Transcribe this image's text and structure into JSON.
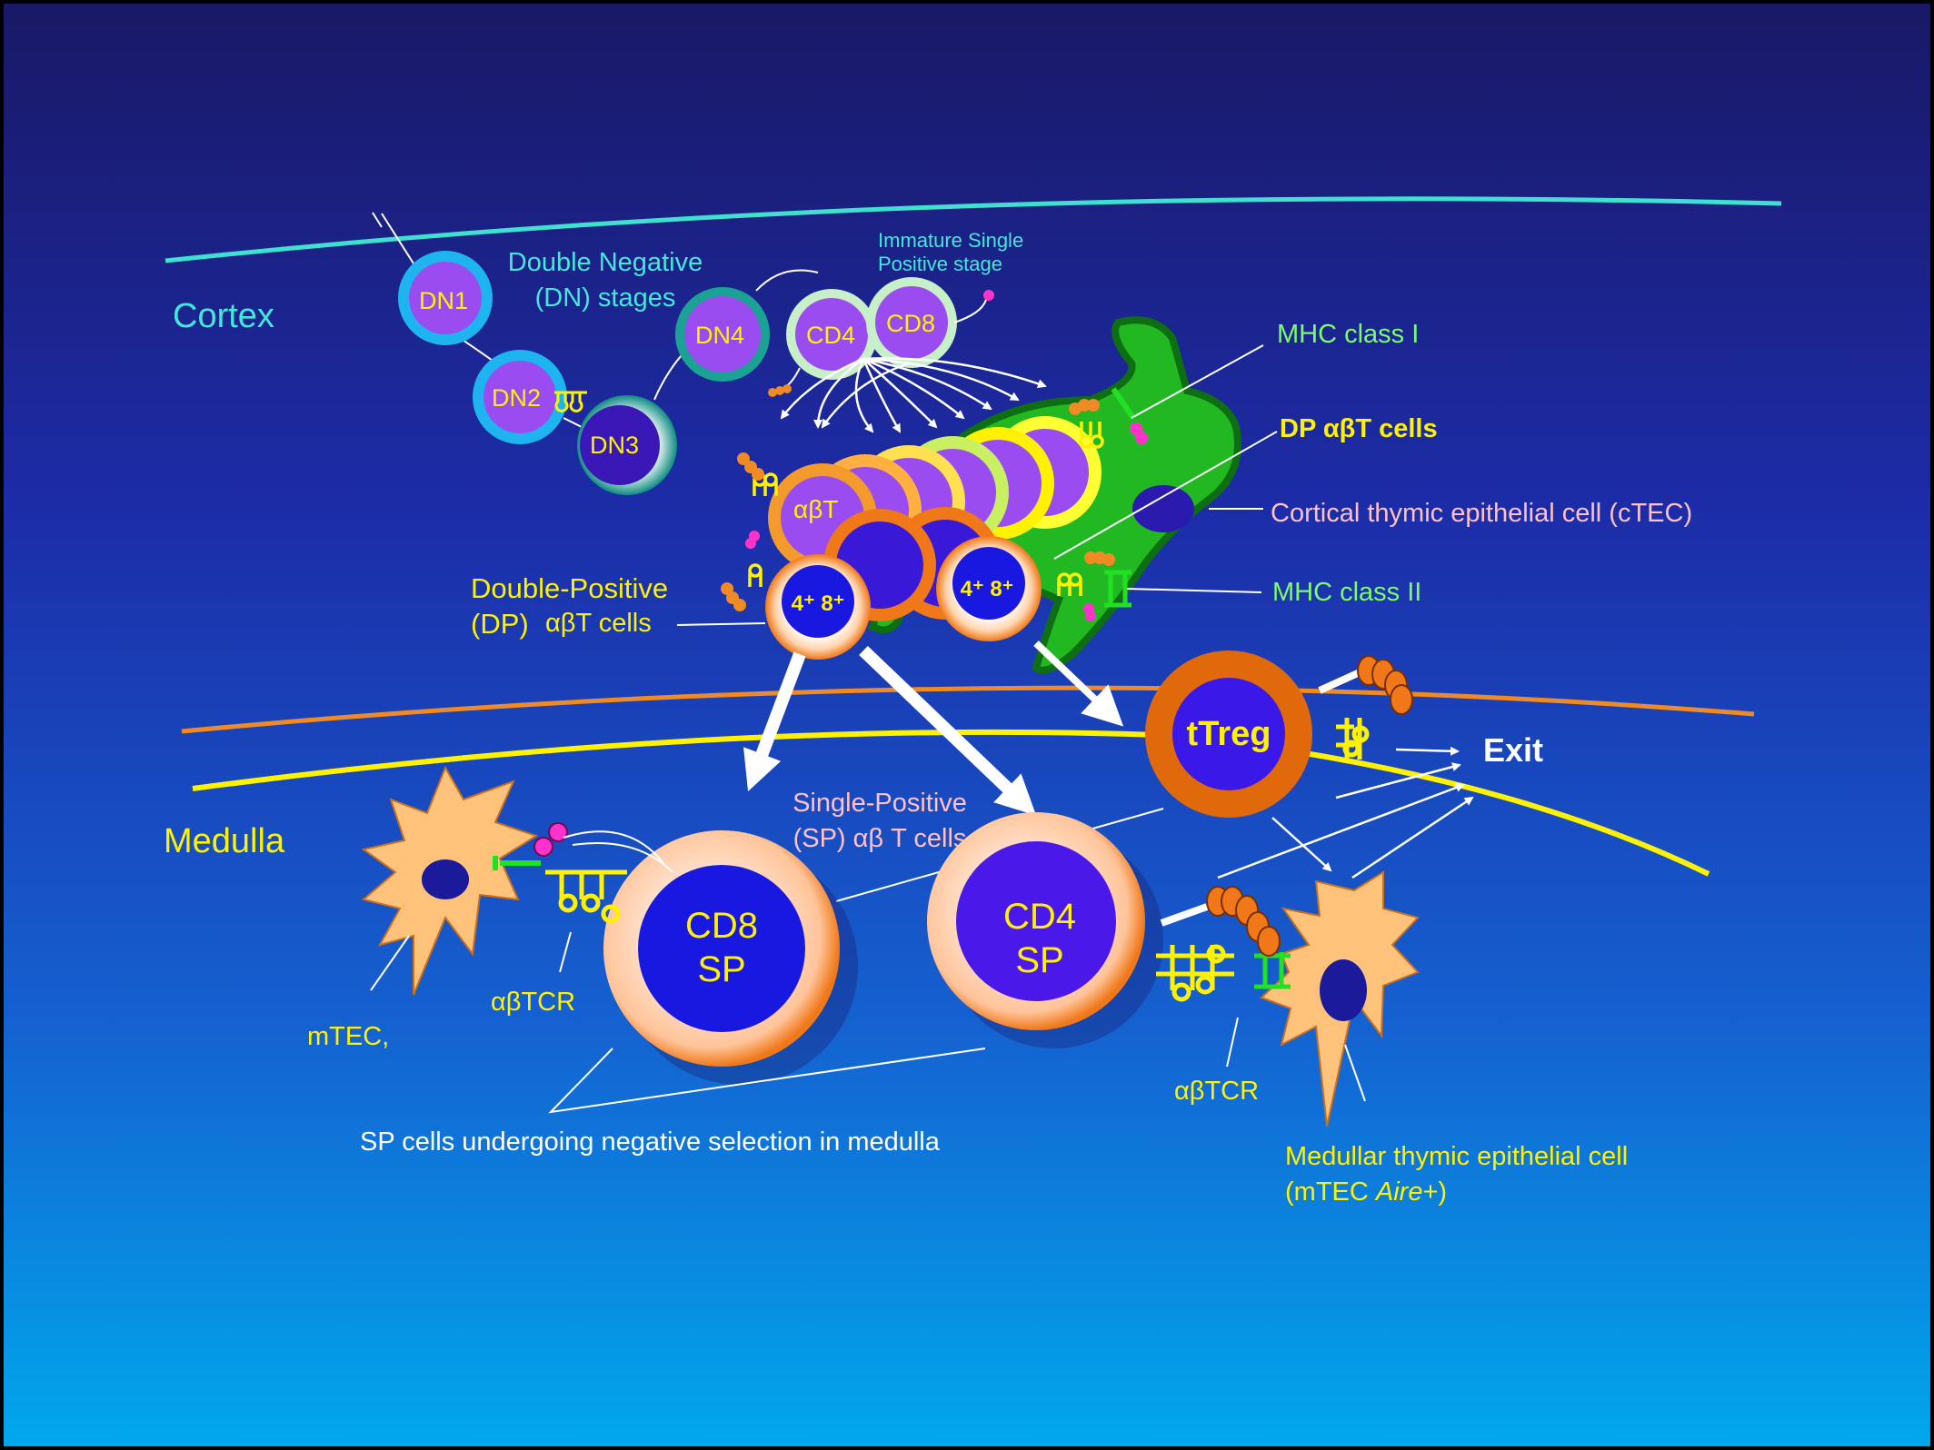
{
  "regions": {
    "cortex": "Cortex",
    "medulla": "Medulla"
  },
  "dn_stages": {
    "title_line1": "Double Negative",
    "title_line2": "(DN) stages",
    "dn1": "DN1",
    "dn2": "DN2",
    "dn3": "DN3",
    "dn4": "DN4"
  },
  "isp": {
    "title_line1": "Immature Single",
    "title_line2": "Positive stage",
    "cd4": "CD4",
    "cd8": "CD8"
  },
  "dp_cluster": {
    "abt": "αβT",
    "cell_label": "4⁺ 8⁺"
  },
  "labels": {
    "mhc1": "MHC class I",
    "dp_abt": "DP αβT cells",
    "ctec": "Cortical thymic epithelial cell (cTEC)",
    "mhc2": "MHC class II",
    "dp_line1": "Double-Positive",
    "dp_line2_a": "(DP)",
    "dp_line2_b": "αβT cells",
    "sp_line1": "Single-Positive",
    "sp_line2": "(SP) αβ T cells",
    "exit": "Exit",
    "ttreg": "tTreg",
    "cd8sp_l1": "CD8",
    "cd8sp_l2": "SP",
    "cd4sp_l1": "CD4",
    "cd4sp_l2": "SP",
    "abtcr_left": "αβTCR",
    "abtcr_right": "αβTCR",
    "mtec_left": "mTEC,",
    "neg_selection": "SP cells undergoing negative selection in medulla",
    "mtec_aire_line1": "Medullar thymic epithelial cell",
    "mtec_aire_line2_a": "(mTEC ",
    "mtec_aire_line2_b": "Aire",
    "mtec_aire_line2_c": "+)"
  },
  "colors": {
    "cortex_line": "#40E0D0",
    "medulla_line": "#FFF200",
    "boundary_line": "#F08A24",
    "label_cyan": "#45E8D8",
    "label_yellow": "#FFF200",
    "label_green": "#7CFC6A",
    "label_pink": "#FFC0C8",
    "ctec_green": "#22B822"
  }
}
